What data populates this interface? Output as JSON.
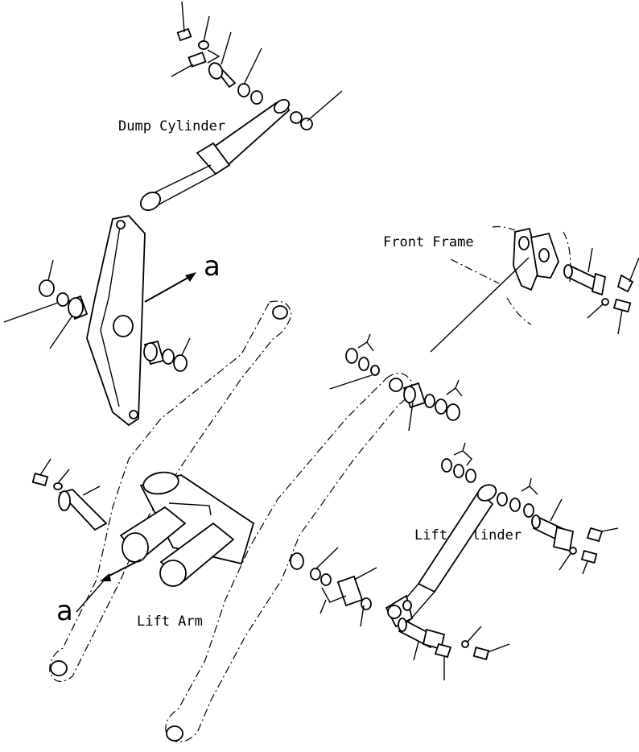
{
  "labels": {
    "dump_cylinder": "Dump Cylinder",
    "front_frame": "Front Frame",
    "lift_cylinder": "Lift Cylinder",
    "lift_arm": "Lift Arm",
    "ref_a_top": "a",
    "ref_a_bottom": "a"
  },
  "colors": {
    "ink": "#000000",
    "paper": "#ffffff"
  }
}
